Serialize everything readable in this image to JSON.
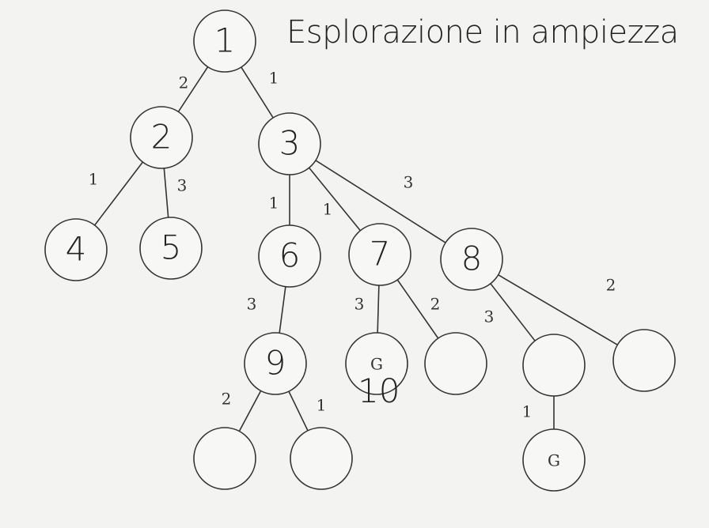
{
  "title": "Esplorazione in ampiezza",
  "annotation": "10",
  "nodes": [
    {
      "id": "n1",
      "label": "1",
      "style": "big"
    },
    {
      "id": "n2",
      "label": "2",
      "style": "big"
    },
    {
      "id": "n3",
      "label": "3",
      "style": "big"
    },
    {
      "id": "n4",
      "label": "4",
      "style": "big"
    },
    {
      "id": "n5",
      "label": "5",
      "style": "big"
    },
    {
      "id": "n6",
      "label": "6",
      "style": "big"
    },
    {
      "id": "n7",
      "label": "7",
      "style": "big"
    },
    {
      "id": "n8",
      "label": "8",
      "style": "big"
    },
    {
      "id": "n9",
      "label": "9",
      "style": "big"
    },
    {
      "id": "nG1",
      "label": "G",
      "style": "small"
    },
    {
      "id": "nE1",
      "label": "",
      "style": "small"
    },
    {
      "id": "nE2",
      "label": "",
      "style": "small"
    },
    {
      "id": "nE3",
      "label": "",
      "style": "small"
    },
    {
      "id": "nE4",
      "label": "",
      "style": "small"
    },
    {
      "id": "nE5",
      "label": "",
      "style": "small"
    },
    {
      "id": "nG2",
      "label": "G",
      "style": "small"
    }
  ],
  "edges": [
    {
      "from": "n1",
      "to": "n2",
      "weight": "2"
    },
    {
      "from": "n1",
      "to": "n3",
      "weight": "1"
    },
    {
      "from": "n2",
      "to": "n4",
      "weight": "1"
    },
    {
      "from": "n2",
      "to": "n5",
      "weight": "3"
    },
    {
      "from": "n3",
      "to": "n6",
      "weight": "1"
    },
    {
      "from": "n3",
      "to": "n7",
      "weight": "1"
    },
    {
      "from": "n3",
      "to": "n8",
      "weight": "3"
    },
    {
      "from": "n6",
      "to": "n9",
      "weight": "3"
    },
    {
      "from": "n7",
      "to": "nG1",
      "weight": "3"
    },
    {
      "from": "n7",
      "to": "nE1",
      "weight": "2"
    },
    {
      "from": "n8",
      "to": "nE2",
      "weight": "3"
    },
    {
      "from": "n8",
      "to": "nE3",
      "weight": "2"
    },
    {
      "from": "n9",
      "to": "nE4",
      "weight": "2"
    },
    {
      "from": "n9",
      "to": "nE5",
      "weight": "1"
    },
    {
      "from": "nE2",
      "to": "nG2",
      "weight": "1"
    }
  ]
}
